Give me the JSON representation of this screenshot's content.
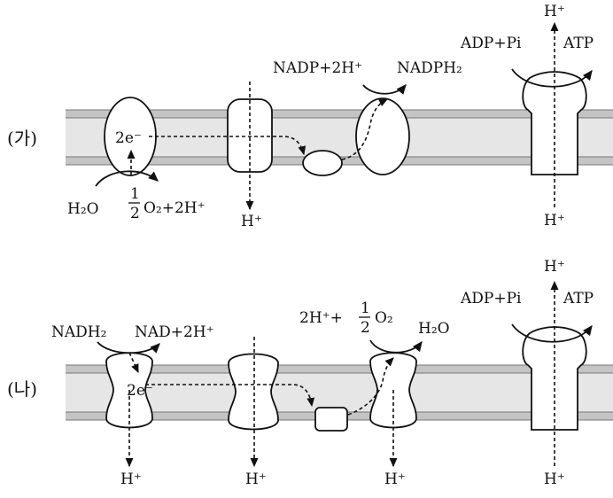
{
  "panel_a": {
    "label": "(가)",
    "h2o": "H₂O",
    "half_o2_tail": "O₂+2H⁺",
    "electrons": "2e⁻",
    "nadp_reactants": "NADP+2H⁺",
    "nadph2": "NADPH₂",
    "h_plus_bottom_left": "H⁺",
    "adp_pi": "ADP+Pi",
    "atp": "ATP",
    "h_plus_top_right": "H⁺",
    "h_plus_bottom_right": "H⁺"
  },
  "panel_b": {
    "label": "(나)",
    "nadh2": "NADH₂",
    "nad_products": "NAD+2H⁺",
    "electrons": "2e⁻",
    "h2_half_o2_head": "2H⁺+",
    "half_o2_tail": "O₂",
    "h2o": "H₂O",
    "adp_pi": "ADP+Pi",
    "atp": "ATP",
    "h_plus_top_right": "H⁺",
    "h_plus_1": "H⁺",
    "h_plus_2": "H⁺",
    "h_plus_3": "H⁺",
    "h_plus_4": "H⁺"
  },
  "fraction": {
    "numerator": "1",
    "denominator": "2"
  },
  "colors": {
    "membrane_outer": "#c8c8c8",
    "membrane_inner": "#e6e6e6",
    "line": "#111111"
  }
}
